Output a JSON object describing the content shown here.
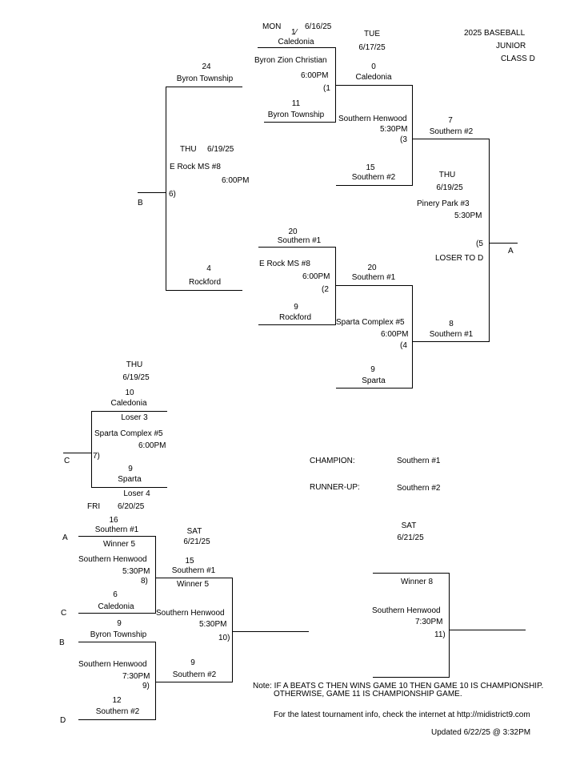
{
  "header": {
    "title_line1": "2025 BASEBALL",
    "title_line2": "JUNIOR",
    "title_line3": "CLASS D"
  },
  "games": {
    "g1": {
      "day": "MON",
      "date": "6/16/25",
      "frag": "1⁄",
      "team1": "Caledonia",
      "location": "Byron Zion Christian",
      "time": "6:00PM",
      "num": "(1",
      "team2_score": "11",
      "team2": "Byron Township"
    },
    "g2": {
      "num": "(2",
      "team1_score": "20",
      "team1": "Southern #1",
      "location": "E Rock MS #8",
      "time": "6:00PM",
      "team2_score": "9",
      "team2": "Rockford"
    },
    "g3": {
      "day": "TUE",
      "date": "6/17/25",
      "team1_score": "0",
      "team1": "Caledonia",
      "location": "Southern Henwood",
      "time": "5:30PM",
      "num": "(3",
      "team2_score": "15",
      "team2": "Southern #2"
    },
    "g4": {
      "team1_score": "20",
      "team1": "Southern #1",
      "location": "Sparta Complex #5",
      "time": "6:00PM",
      "num": "(4",
      "team2_score": "9",
      "team2": "Sparta"
    },
    "g5": {
      "team1_score": "7",
      "team1": "Southern #2",
      "day": "THU",
      "date": "6/19/25",
      "location": "Pinery Park #3",
      "time": "5:30PM",
      "num": "(5",
      "loser_note": "LOSER TO D",
      "team2_score": "8",
      "team2": "Southern #1",
      "out_label": "A"
    },
    "g6": {
      "team1_score": "24",
      "team1": "Byron Township",
      "day": "THU",
      "date": "6/19/25",
      "location": "E Rock MS #8",
      "time": "6:00PM",
      "num": "6)",
      "team2_score": "4",
      "team2": "Rockford",
      "out_label": "B"
    },
    "g7": {
      "day": "THU",
      "date": "6/19/25",
      "team1_score": "10",
      "team1": "Caledonia",
      "team1_note": "Loser 3",
      "location": "Sparta Complex #5",
      "time": "6:00PM",
      "num": "7)",
      "team2_score": "9",
      "team2": "Sparta",
      "team2_note": "Loser 4",
      "out_label": "C"
    },
    "g8": {
      "day": "FRI",
      "date": "6/20/25",
      "in_label1": "A",
      "team1_score": "16",
      "team1": "Southern #1",
      "team1_note": "Winner 5",
      "location": "Southern Henwood",
      "time": "5:30PM",
      "num": "8)",
      "in_label2": "C",
      "team2_score": "6",
      "team2": "Caledonia"
    },
    "g9": {
      "in_label1": "B",
      "team1_score": "9",
      "team1": "Byron Township",
      "location": "Southern Henwood",
      "time": "7:30PM",
      "num": "9)",
      "in_label2": "D",
      "team2_score": "12",
      "team2": "Southern #2"
    },
    "g10": {
      "day": "SAT",
      "date": "6/21/25",
      "team1_score": "15",
      "team1": "Southern #1",
      "team1_note": "Winner 5",
      "location": "Southern Henwood",
      "time": "5:30PM",
      "num": "10)",
      "team2_score": "9",
      "team2": "Southern #2"
    },
    "g11": {
      "day": "SAT",
      "date": "6/21/25",
      "team1_note": "Winner 8",
      "location": "Southern Henwood",
      "time": "7:30PM",
      "num": "11)"
    }
  },
  "results": {
    "champion_label": "CHAMPION:",
    "champion": "Southern #1",
    "runnerup_label": "RUNNER-UP:",
    "runnerup": "Southern #2"
  },
  "footer": {
    "note_line1": "Note: IF A BEATS C THEN WINS GAME 10 THEN GAME 10 IS CHAMPIONSHIP.",
    "note_line2": "OTHERWISE, GAME 11 IS CHAMPIONSHIP GAME.",
    "info": "For the latest tournament info, check the internet at http://midistrict9.com",
    "updated": "Updated  6/22/25 @  3:32PM"
  }
}
